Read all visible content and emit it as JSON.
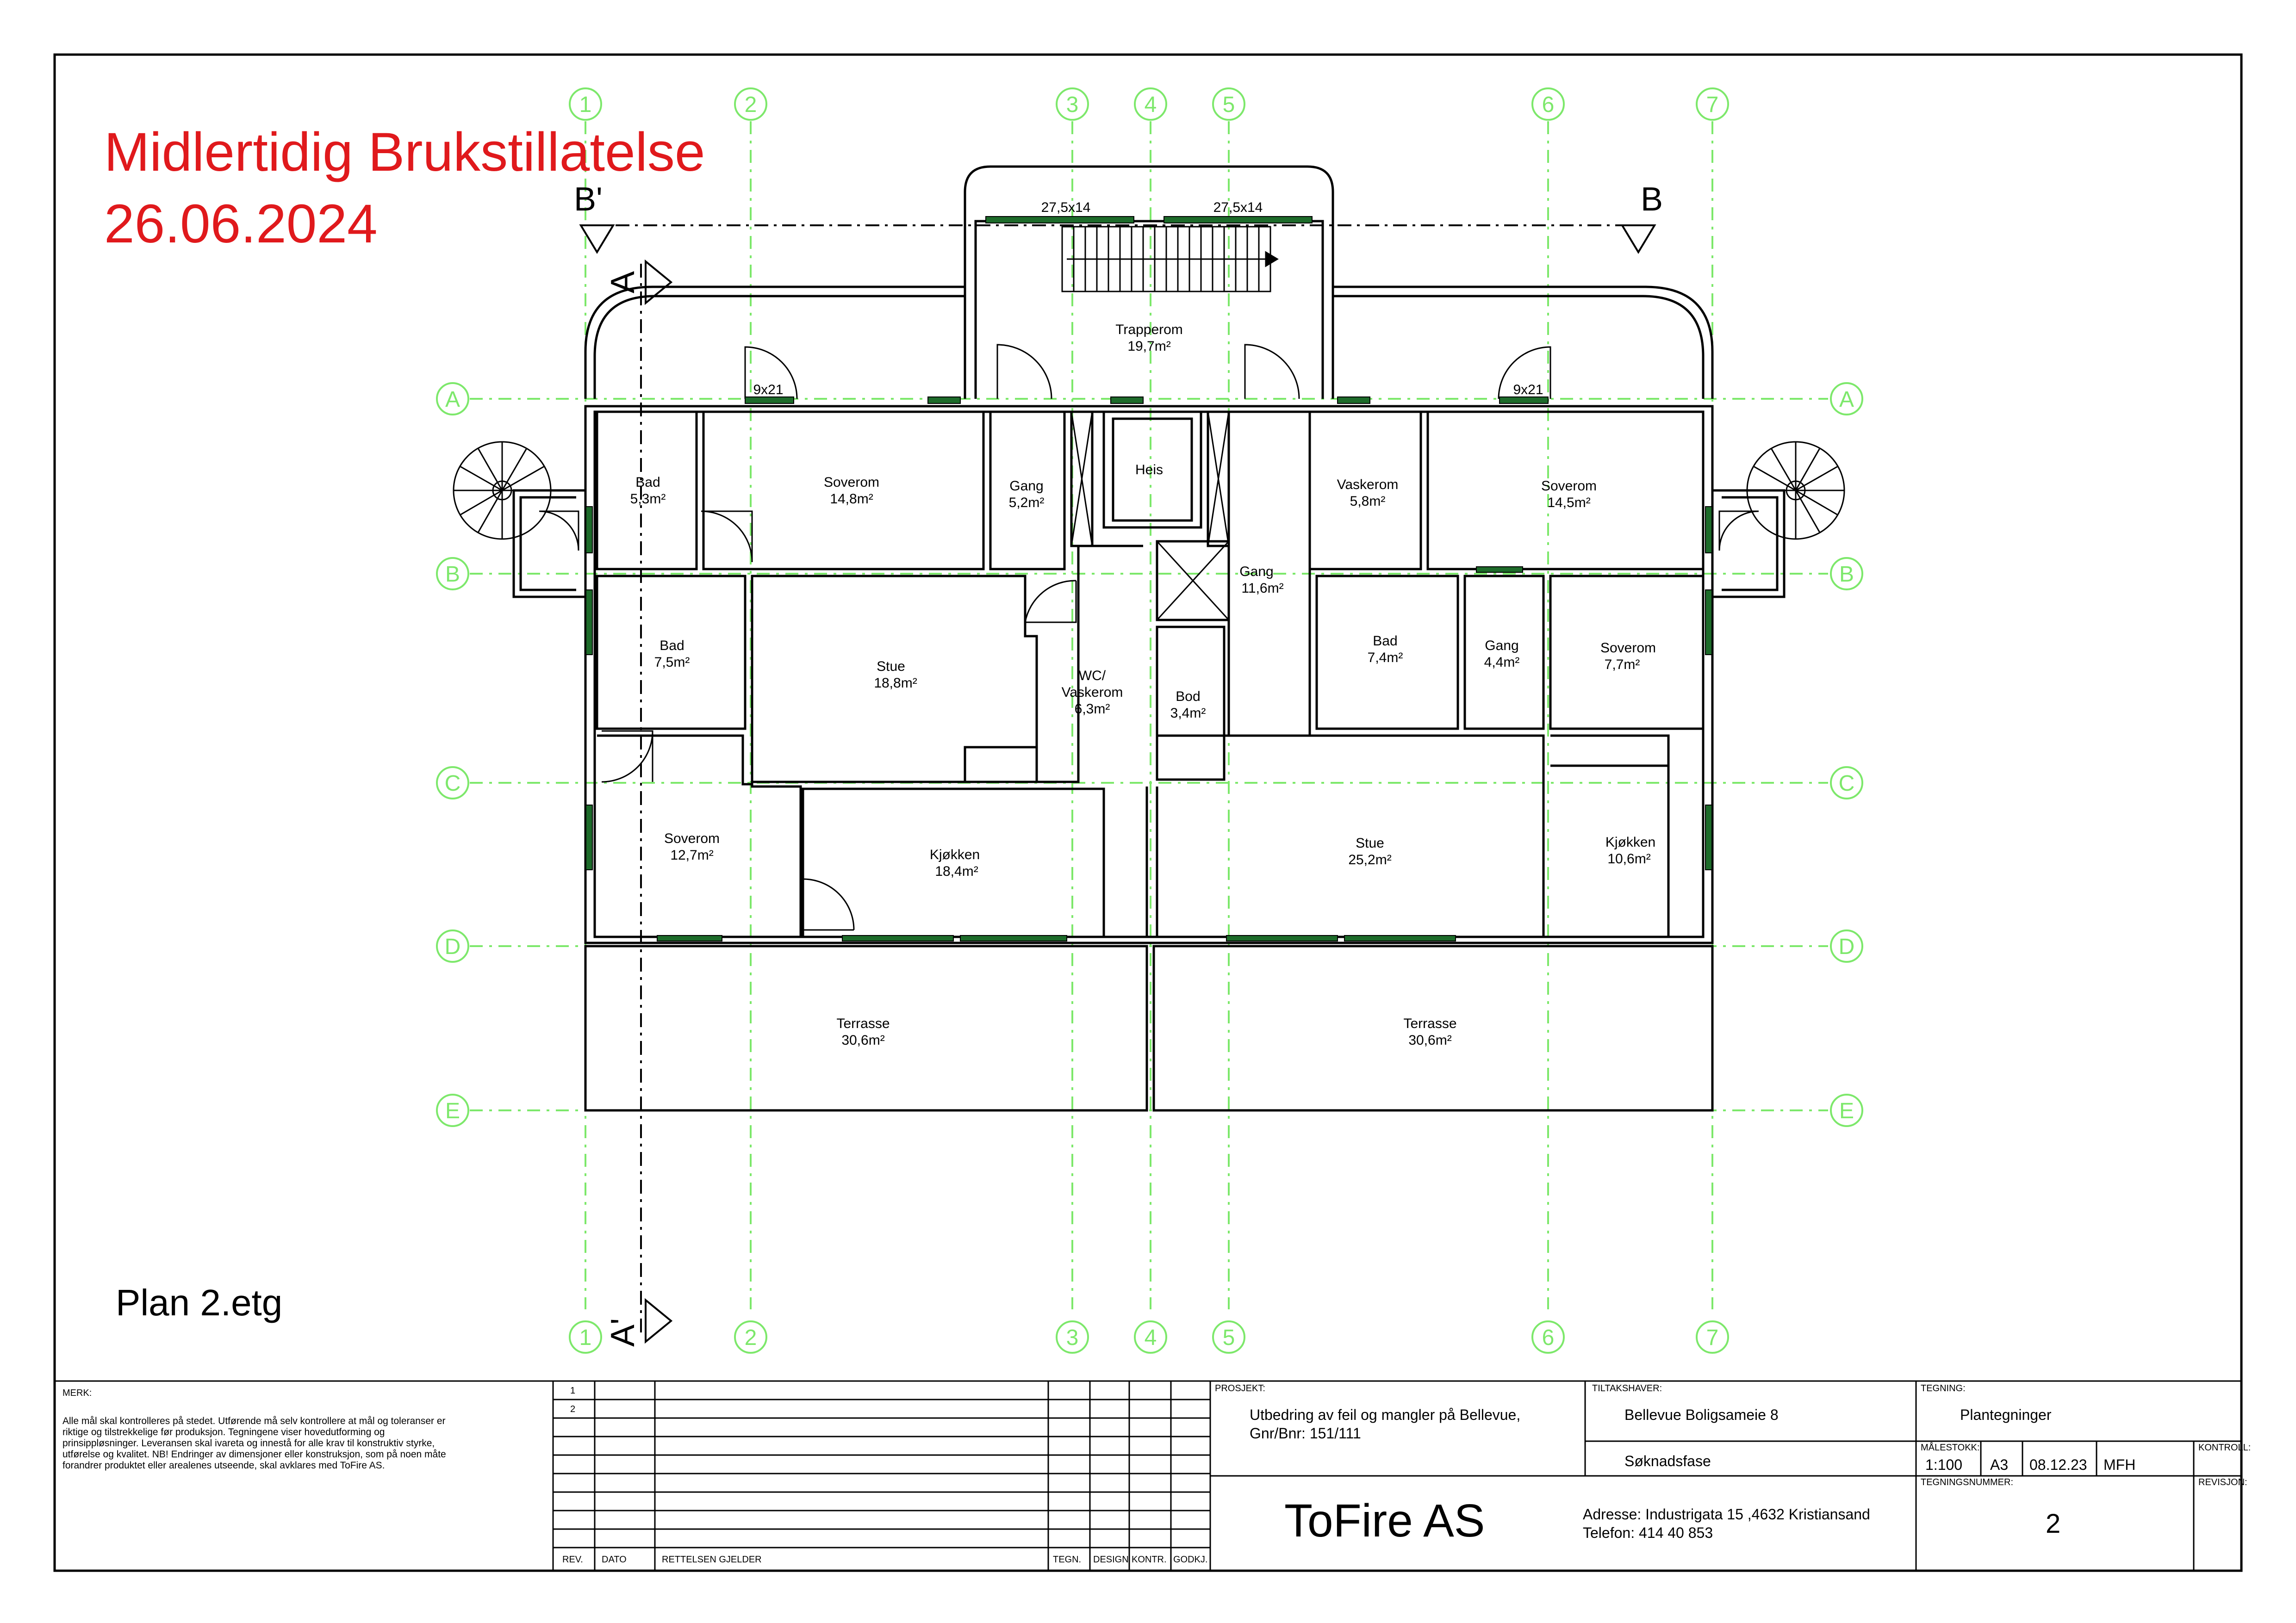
{
  "stamp": {
    "line1": "Midlertidig Brukstillatelse",
    "line2": "26.06.2024"
  },
  "plan_title": "Plan 2.etg",
  "grid_columns": [
    "1",
    "2",
    "3",
    "4",
    "5",
    "6",
    "7"
  ],
  "grid_rows": [
    "A",
    "B",
    "C",
    "D",
    "E"
  ],
  "section_marks": {
    "b_left": "B'",
    "b_right": "B",
    "a_top": "A",
    "a_bottom": "A'"
  },
  "window_labels": {
    "w1": "27,5x14",
    "w2": "27,5x14",
    "w3": "9x21",
    "w4": "9x21"
  },
  "rooms": [
    {
      "id": "trapperom",
      "name": "Trapperom",
      "area": "19,7m²"
    },
    {
      "id": "bad-1",
      "name": "Bad",
      "area": "5,3m²"
    },
    {
      "id": "soverom-1",
      "name": "Soverom",
      "area": "14,8m²"
    },
    {
      "id": "gang-1",
      "name": "Gang",
      "area": "5,2m²"
    },
    {
      "id": "heis",
      "name": "Heis",
      "area": ""
    },
    {
      "id": "vaskerom-1",
      "name": "Vaskerom",
      "area": "5,8m²"
    },
    {
      "id": "soverom-2",
      "name": "Soverom",
      "area": "14,5m²"
    },
    {
      "id": "gang-2",
      "name": "Gang",
      "area": "11,6m²"
    },
    {
      "id": "bad-2",
      "name": "Bad",
      "area": "7,5m²"
    },
    {
      "id": "stue-1",
      "name": "Stue",
      "area": "18,8m²"
    },
    {
      "id": "wc-vaskerom",
      "name": "WC/\nVaskerom",
      "area": "6,3m²"
    },
    {
      "id": "bod",
      "name": "Bod",
      "area": "3,4m²"
    },
    {
      "id": "bad-3",
      "name": "Bad",
      "area": "7,4m²"
    },
    {
      "id": "gang-3",
      "name": "Gang",
      "area": "4,4m²"
    },
    {
      "id": "soverom-3",
      "name": "Soverom",
      "area": "7,7m²"
    },
    {
      "id": "soverom-4",
      "name": "Soverom",
      "area": "12,7m²"
    },
    {
      "id": "kjokken-1",
      "name": "Kjøkken",
      "area": "18,4m²"
    },
    {
      "id": "stue-2",
      "name": "Stue",
      "area": "25,2m²"
    },
    {
      "id": "kjokken-2",
      "name": "Kjøkken",
      "area": "10,6m²"
    },
    {
      "id": "terrasse-1",
      "name": "Terrasse",
      "area": "30,6m²"
    },
    {
      "id": "terrasse-2",
      "name": "Terrasse",
      "area": "30,6m²"
    }
  ],
  "title_block": {
    "merk_label": "MERK:",
    "merk_text": "Alle mål skal kontrolleres på stedet. Utførende må selv kontrollere at mål og toleranser er riktige og tilstrekkelige før produksjon. Tegningene viser hovedutforming og prinsippløsninger. Leveransen skal ivareta og innestå for alle krav til konstruktiv styrke, utførelse og kvalitet. NB! Endringer av dimensjoner eller konstruksjon, som på noen måte forandrer produktet eller arealenes utseende, skal avklares med ToFire AS.",
    "rev_rows": [
      "1",
      "2"
    ],
    "rev_headers": {
      "rev": "REV.",
      "dato": "DATO",
      "rettelsen": "RETTELSEN GJELDER",
      "tegn": "TEGN.",
      "design": "DESIGN",
      "kontr": "KONTR.",
      "godkj": "GODKJ."
    },
    "prosjekt_label": "PROSJEKT:",
    "prosjekt_line1": "Utbedring av feil og mangler på Bellevue,",
    "prosjekt_line2": "Gnr/Bnr: 151/111",
    "tiltakshaver_label": "TILTAKSHAVER:",
    "tiltakshaver": "Bellevue Boligsameie 8",
    "fase": "Søknadsfase",
    "tegning_label": "TEGNING:",
    "tegning": "Plantegninger",
    "malestokk_label": "MÅLESTOKK:",
    "malestokk": "1:100",
    "format": "A3",
    "dato": "08.12.23",
    "tegner": "MFH",
    "kontroll_label": "KONTROLL:",
    "tegningsnummer_label": "TEGNINGSNUMMER:",
    "tegningsnummer": "2",
    "revisjon_label": "REVISJON:",
    "firma": "ToFire AS",
    "adresse": "Adresse: Industrigata 15 ,4632 Kristiansand",
    "telefon": "Telefon: 414 40 853"
  },
  "colors": {
    "grid": "#7de86b",
    "stamp": "#e0191c",
    "line": "#000000",
    "window": "#1d6b2a"
  }
}
